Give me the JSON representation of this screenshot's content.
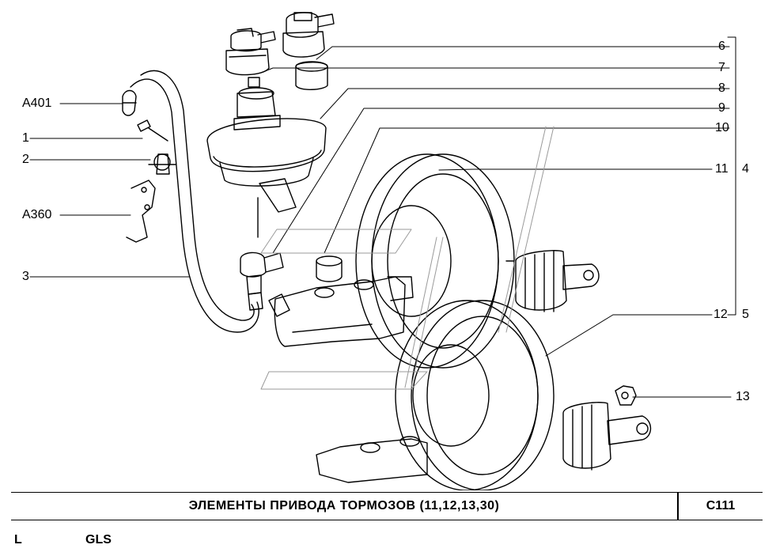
{
  "callouts": {
    "a401": "A401",
    "p1": "1",
    "p2": "2",
    "a360": "A360",
    "p3": "3",
    "p6": "6",
    "p7": "7",
    "p8": "8",
    "p9": "9",
    "p10": "10",
    "p11": "11",
    "p12": "12",
    "p13": "13",
    "group4": "4",
    "group5": "5"
  },
  "title_block": {
    "title": "ЭЛЕМЕНТЫ ПРИВОДА ТОРМОЗОВ (11,12,13,30)",
    "page_code": "C111"
  },
  "footer": {
    "left_code": "L",
    "variant": "GLS"
  }
}
